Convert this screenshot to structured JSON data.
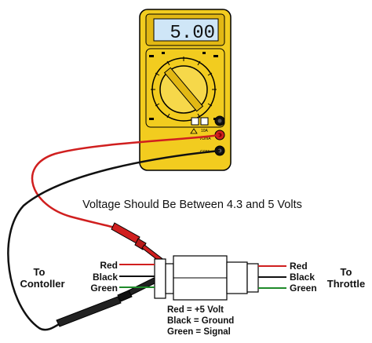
{
  "meter": {
    "display_value": "5.00",
    "port_10a": "10A",
    "port_common": "COM",
    "port_vma": "VΩmA"
  },
  "caption": "Voltage Should Be Between 4.3 and 5 Volts",
  "left_side": {
    "title_line1": "To",
    "title_line2": "Contoller",
    "wires": [
      "Red",
      "Black",
      "Green"
    ]
  },
  "right_side": {
    "title_line1": "To",
    "title_line2": "Throttle",
    "wires": [
      "Red",
      "Black",
      "Green"
    ]
  },
  "legend": {
    "line1": "Red = +5 Volt",
    "line2": "Black = Ground",
    "line3": "Green = Signal"
  },
  "colors": {
    "meter_body": "#f2cc1f",
    "meter_outline": "#000000",
    "lcd": "#cfe6f7",
    "red_wire": "#d01f1f",
    "black_wire": "#111111",
    "green_wire": "#1f8a2a",
    "connector": "#ffffff"
  }
}
